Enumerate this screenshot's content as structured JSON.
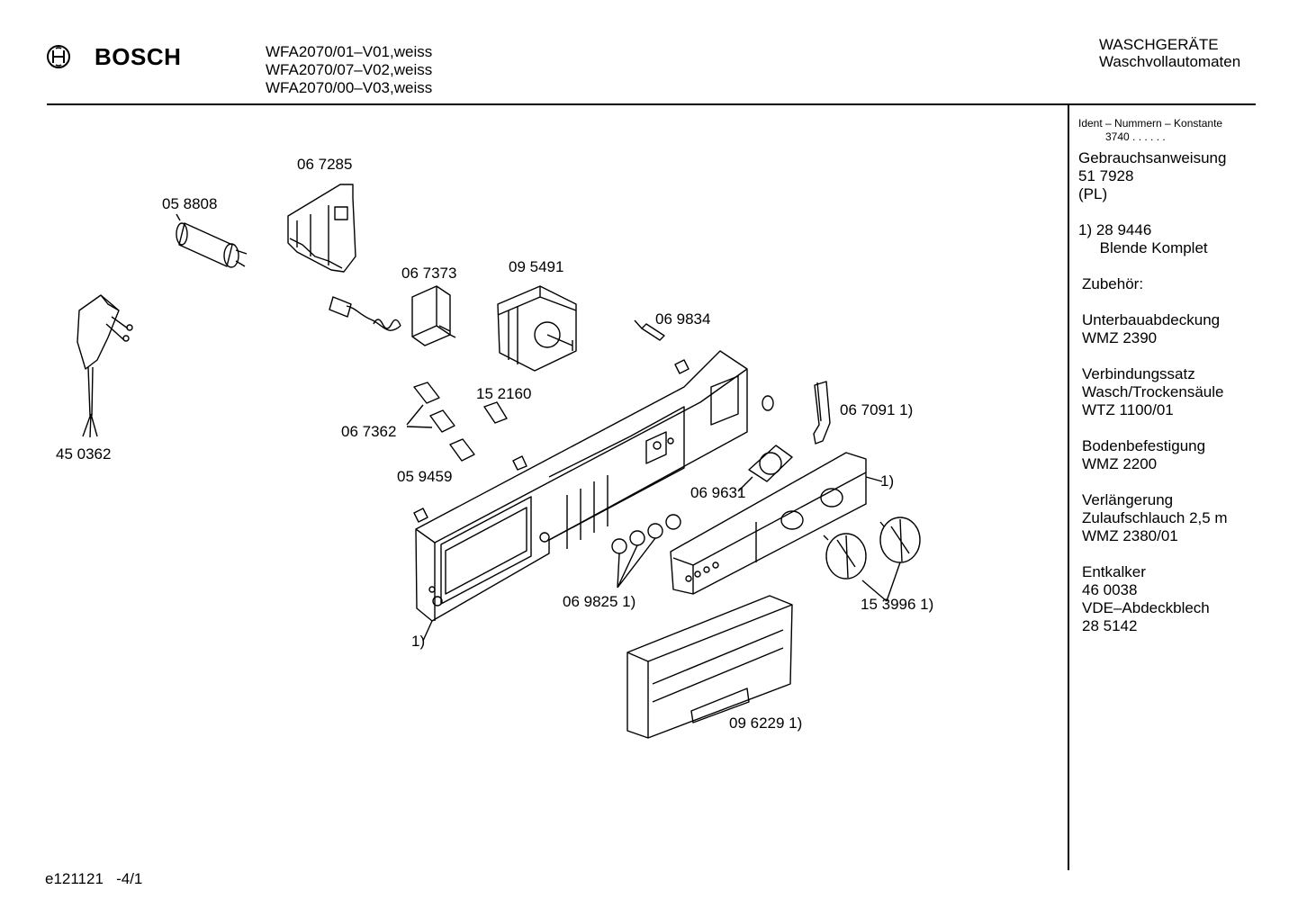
{
  "header": {
    "brand": "BOSCH",
    "models": [
      "WFA2070/01–V01,weiss",
      "WFA2070/07–V02,weiss",
      "WFA2070/00–V03,weiss"
    ],
    "category": "WASCHGERÄTE",
    "subcategory": "Waschvollautomaten"
  },
  "sidebar": {
    "ident_label": "Ident – Nummern – Konstante",
    "ident_value": "3740  .  .  .  .  .  .",
    "blocks": [
      [
        "Gebrauchsanweisung",
        "51 7928",
        "(PL)"
      ],
      [
        "1)  28 9446",
        "     Blende Komplet"
      ],
      [
        "Zubehör:"
      ],
      [
        "Unterbauabdeckung",
        "WMZ 2390"
      ],
      [
        "Verbindungssatz",
        "Wasch/Trockensäule",
        "WTZ 1100/01"
      ],
      [
        "Bodenbefestigung",
        "WMZ 2200"
      ],
      [
        "Verlängerung",
        "Zulaufschlauch 2,5 m",
        "WMZ 2380/01"
      ],
      [
        "Entkalker",
        "46 0038",
        "VDE–Abdeckblech",
        "28 5142"
      ]
    ]
  },
  "parts": {
    "p067285": "06 7285",
    "p058808": "05 8808",
    "p067373": "06 7373",
    "p095491": "09 5491",
    "p069834": "06 9834",
    "p450362": "45 0362",
    "p152160": "15 2160",
    "p067362": "06 7362",
    "p059459": "05 9459",
    "p067091": "06 7091  1)",
    "p069631": "06 9631",
    "pfront": "1)",
    "p069825": "06 9825  1)",
    "p153996": "15 3996  1)",
    "ppanel": "1)",
    "p096229": "09 6229 1)"
  },
  "footer": {
    "code": "e121121   -4/1"
  }
}
